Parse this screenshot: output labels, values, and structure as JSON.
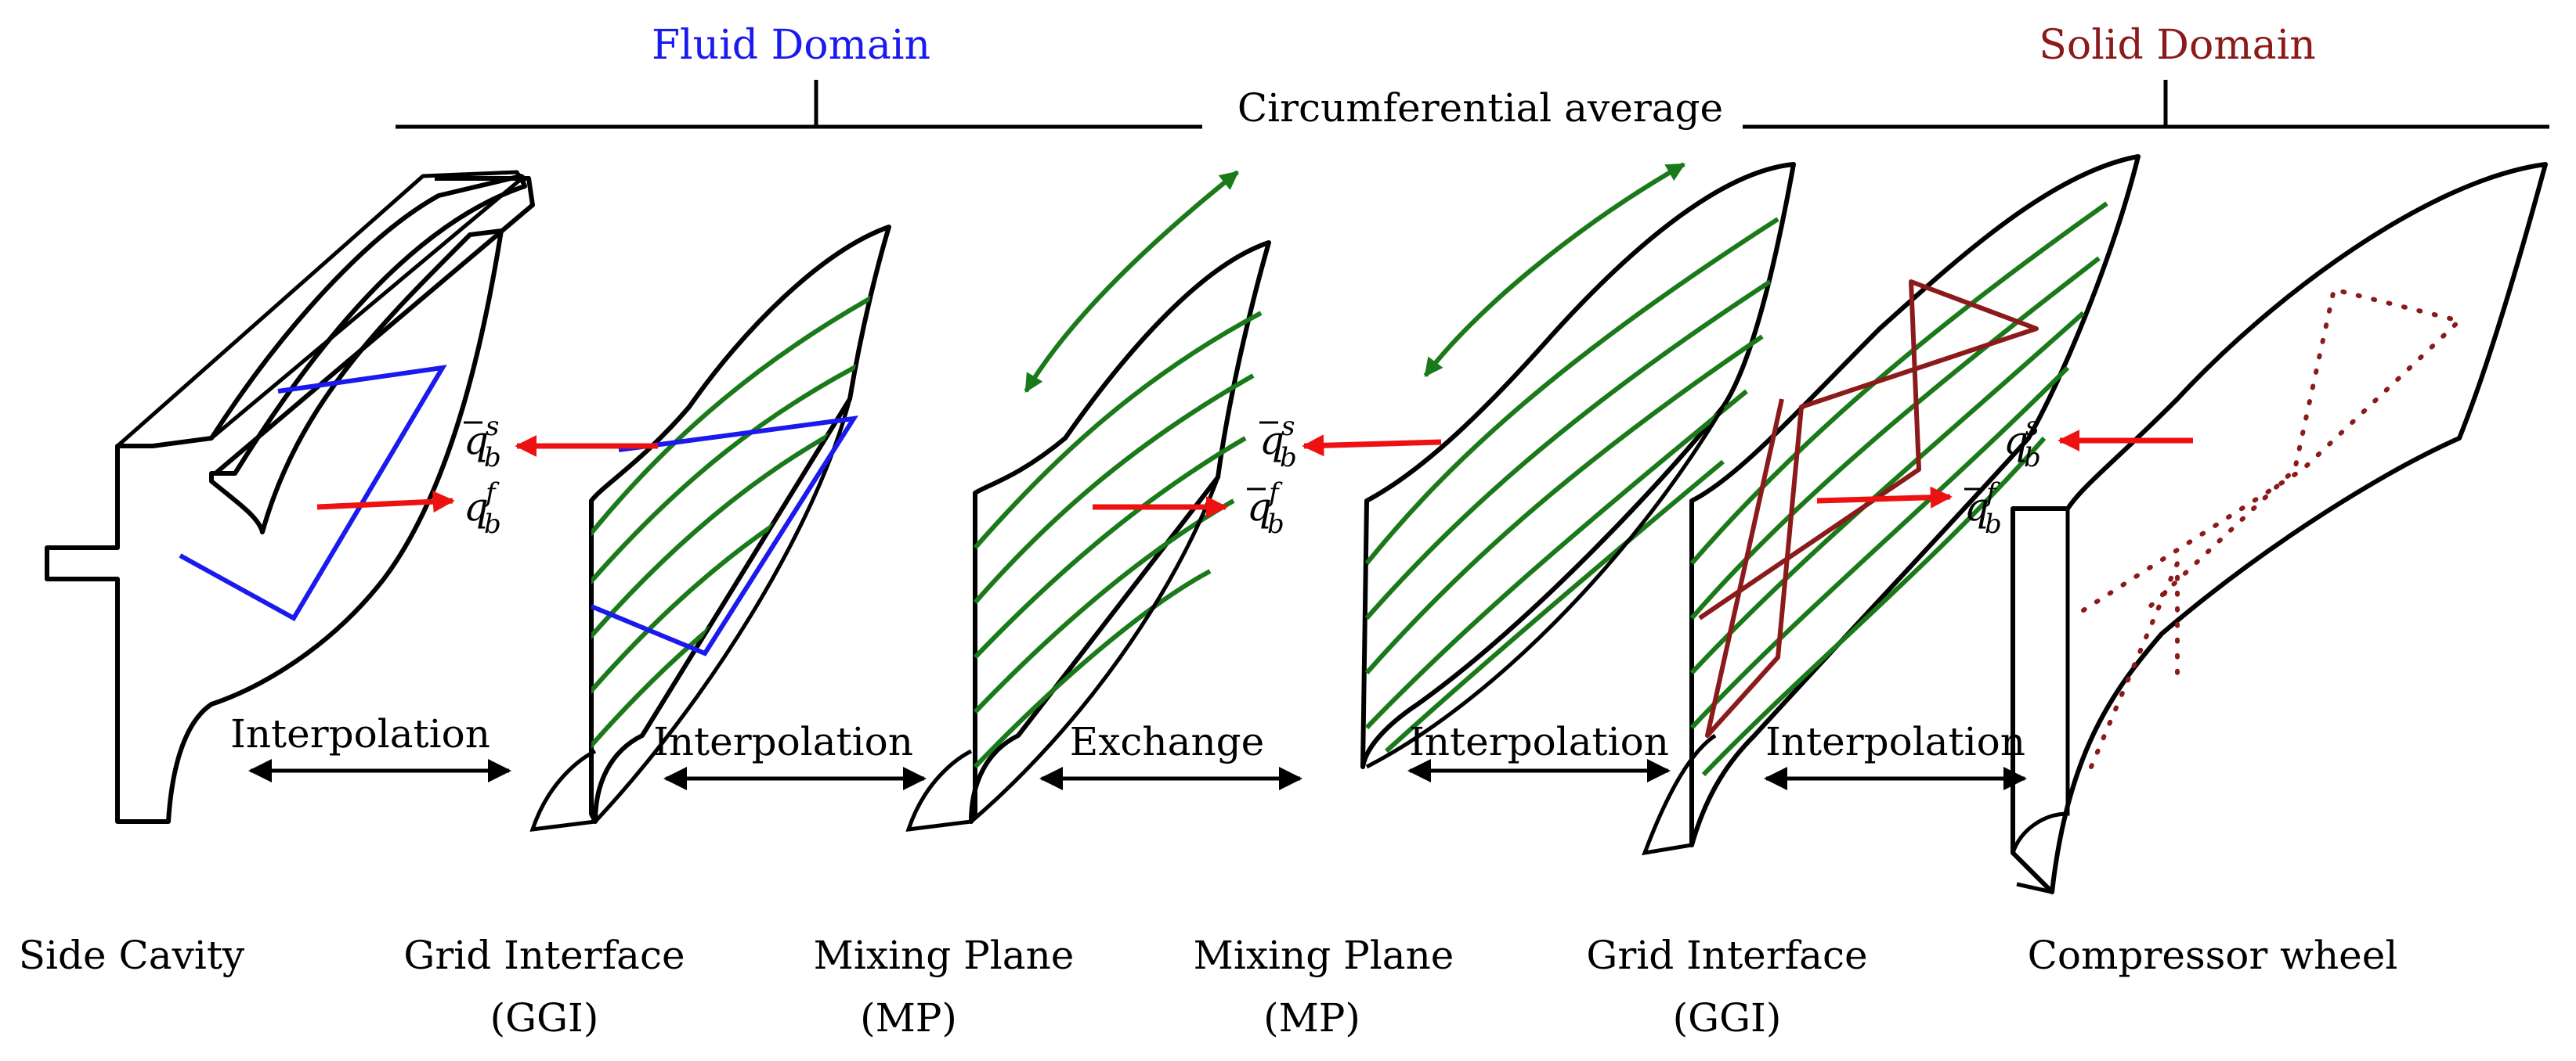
{
  "headers": {
    "fluid": "Fluid Domain",
    "solid": "Solid Domain",
    "center": "Circumferential average"
  },
  "colors": {
    "fluid": "#1a1aee",
    "solid": "#8b1a1a",
    "green": "#1a7a1a",
    "red": "#ee1111",
    "outline": "#000000"
  },
  "bottom_labels": [
    {
      "line1": "Side Cavity",
      "line2": ""
    },
    {
      "line1": "Grid Interface",
      "line2": "(GGI)"
    },
    {
      "line1": "Mixing Plane",
      "line2": "(MP)"
    },
    {
      "line1": "Mixing Plane",
      "line2": "(MP)"
    },
    {
      "line1": "Grid Interface",
      "line2": "(GGI)"
    },
    {
      "line1": "Compressor wheel",
      "line2": ""
    }
  ],
  "arrow_labels": [
    "Interpolation",
    "Interpolation",
    "Exchange",
    "Interpolation",
    "Interpolation"
  ],
  "heat_flux": {
    "q": "q",
    "sub": "b",
    "sup_s": "s",
    "sup_f": "f"
  },
  "icons": {
    "double_arrow": "double-arrow-icon",
    "flux_arrow": "red-arrow-icon",
    "rotation_arrow": "green-curved-arrow-icon"
  }
}
